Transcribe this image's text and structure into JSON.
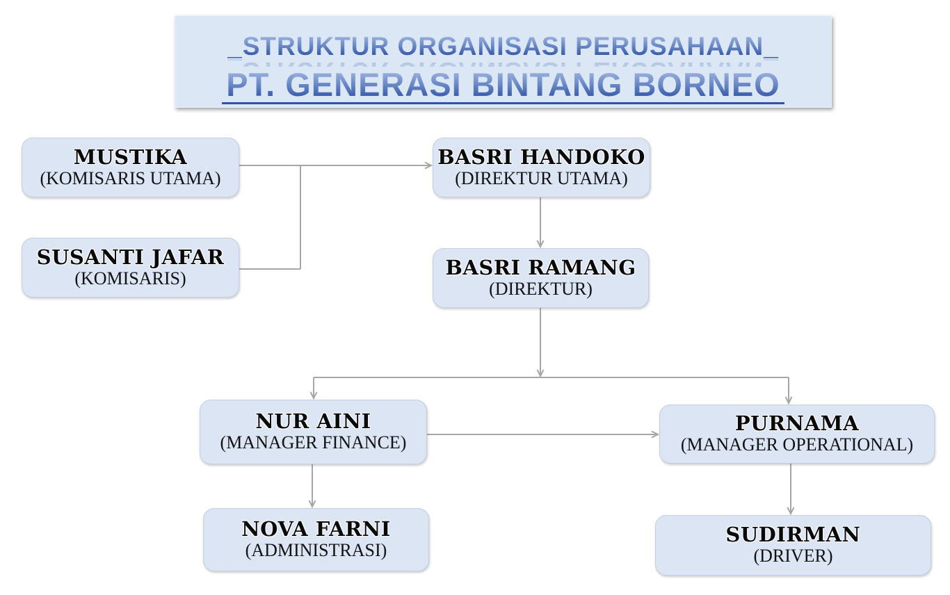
{
  "title": {
    "line1": "_STRUKTUR ORGANISASI PERUSAHAAN_",
    "line2": "PT. GENERASI BINTANG BORNEO"
  },
  "nodes": [
    {
      "name": "MUSTIKA",
      "role": "(KOMISARIS UTAMA)"
    },
    {
      "name": "SUSANTI JAFAR",
      "role": "(KOMISARIS)"
    },
    {
      "name": "BASRI HANDOKO",
      "role": "(DIREKTUR UTAMA)"
    },
    {
      "name": "BASRI RAMANG",
      "role": "(DIREKTUR)"
    },
    {
      "name": "NUR AINI",
      "role": "(MANAGER FINANCE)"
    },
    {
      "name": "PURNAMA",
      "role": "(MANAGER OPERATIONAL)"
    },
    {
      "name": "NOVA FARNI",
      "role": "(ADMINISTRASI)"
    },
    {
      "name": "SUDIRMAN",
      "role": "(DRIVER)"
    }
  ],
  "edges": [
    {
      "from": "MUSTIKA",
      "to": "BASRI HANDOKO",
      "style": "arrow"
    },
    {
      "from": "SUSANTI JAFAR",
      "to": "BASRI HANDOKO",
      "style": "joins MUSTIKA connector"
    },
    {
      "from": "BASRI HANDOKO",
      "to": "BASRI RAMANG",
      "style": "arrow"
    },
    {
      "from": "BASRI RAMANG",
      "to": "NUR AINI",
      "style": "arrow via split bar"
    },
    {
      "from": "BASRI RAMANG",
      "to": "PURNAMA",
      "style": "arrow via split bar"
    },
    {
      "from": "NUR AINI",
      "to": "PURNAMA",
      "style": "arrow"
    },
    {
      "from": "NUR AINI",
      "to": "NOVA FARNI",
      "style": "arrow"
    },
    {
      "from": "PURNAMA",
      "to": "SUDIRMAN",
      "style": "arrow"
    }
  ],
  "colors": {
    "box_fill": "#dbe5f4",
    "box_border": "#c3cede",
    "connector": "#a6a6a6",
    "banner_fill": "#dbe7f4",
    "title_gradient_top": "#a9bde4",
    "title_gradient_bottom": "#24479e"
  }
}
